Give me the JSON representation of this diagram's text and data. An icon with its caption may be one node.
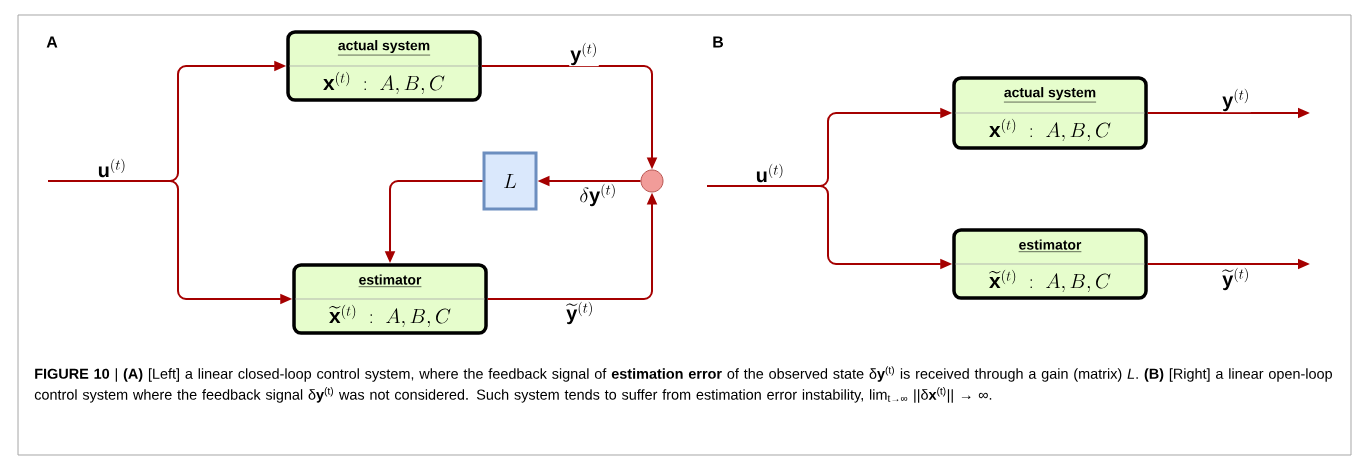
{
  "diagram": {
    "caption": "**FIGURE 10** | **(A)** [Left] a linear closed-loop control system, where the feedback signal of **estimation error** of the observed state δ**y**$^{(t)}$ is received through a gain (matrix) *L*. **(B)** [Right] a linear open-loop control system where the feedback signal δ**y**$^{(t)}$ was not considered. Such system tends to suffer from estimation error instability, lim$_{t→∞}$ ||δ**x**$^{(t)}$|| → ∞.",
    "nodes": [
      {
        "text": [
          "actual system",
          "\\mathbf{x}^{(t)}\\ :\\ A, B, C"
        ]
      },
      {
        "text": [
          "estimator",
          "\\widetilde{\\mathbf{x}}^{(t)}\\ :\\ A, B, C"
        ]
      },
      {
        "text": [
          "L"
        ]
      },
      {
        "text": [],
        "shape": "circle"
      },
      {
        "text": [
          "actual system",
          "\\mathbf{x}^{(t)}\\ :\\ A, B, C"
        ]
      },
      {
        "text": [
          "estimator",
          "\\widetilde{\\mathbf{x}}^{(t)}\\ :\\ A, B, C"
        ]
      }
    ],
    "edges": [
      {
        "from": null,
        "to": 0,
        "arrow": "to",
        "label": "\\mathbf{u}^{(t)}"
      },
      {
        "from": null,
        "to": 1,
        "arrow": "to"
      },
      {
        "from": 0,
        "to": 3,
        "arrow": "to",
        "label": "\\mathbf{y}^{(t)}"
      },
      {
        "from": 1,
        "to": 3,
        "arrow": "to",
        "label": "\\widetilde{\\mathbf{y}}^{(t)}"
      },
      {
        "from": 3,
        "to": 2,
        "arrow": "to",
        "label": "\\delta\\mathbf{y}^{(t)}"
      },
      {
        "from": 2,
        "to": 1,
        "arrow": "to"
      },
      {
        "from": null,
        "to": 4,
        "arrow": "to",
        "label": "\\mathbf{u}^{(t)}"
      },
      {
        "from": null,
        "to": 5,
        "arrow": "to"
      },
      {
        "from": 4,
        "to": null,
        "arrow": "to",
        "label": "\\mathbf{y}^{(t)}"
      },
      {
        "from": 5,
        "to": null,
        "arrow": "to",
        "label": "\\widetilde{\\mathbf{y}}^{(t)}"
      }
    ],
    "labels": [
      "A",
      "B"
    ]
  }
}
